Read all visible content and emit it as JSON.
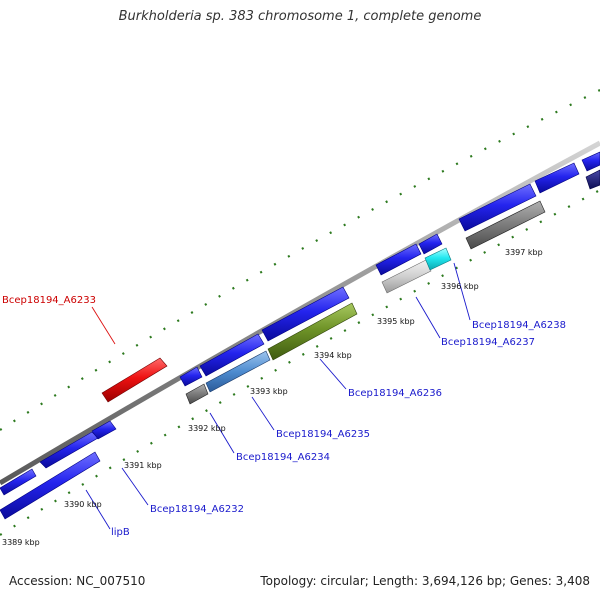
{
  "title": "Burkholderia sp. 383 chromosome 1, complete genome",
  "footer": {
    "accession": "Accession: NC_007510",
    "summary": "Topology: circular; Length: 3,694,126 bp; Genes: 3,408"
  },
  "colors": {
    "backbone": "#9a9a9a",
    "tick": "#2d7a1f",
    "cds": "#1a1ae6",
    "highlight": "#e60d0d",
    "label_cds": "#1a1acc",
    "label_highlight": "#cc0000"
  },
  "kbp_labels": [
    "3389 kbp",
    "3390 kbp",
    "3391 kbp",
    "3392 kbp",
    "3393 kbp",
    "3394 kbp",
    "3395 kbp",
    "3396 kbp",
    "3397 kbp"
  ],
  "genes": [
    {
      "label": "Bcep18194_A6233",
      "kind": "highlight"
    },
    {
      "label": "Bcep18194_A6238",
      "kind": "cds"
    },
    {
      "label": "Bcep18194_A6237",
      "kind": "cds"
    },
    {
      "label": "Bcep18194_A6236",
      "kind": "cds"
    },
    {
      "label": "Bcep18194_A6235",
      "kind": "cds"
    },
    {
      "label": "Bcep18194_A6234",
      "kind": "cds"
    },
    {
      "label": "Bcep18194_A6232",
      "kind": "cds"
    },
    {
      "label": "lipB",
      "kind": "cds"
    }
  ]
}
